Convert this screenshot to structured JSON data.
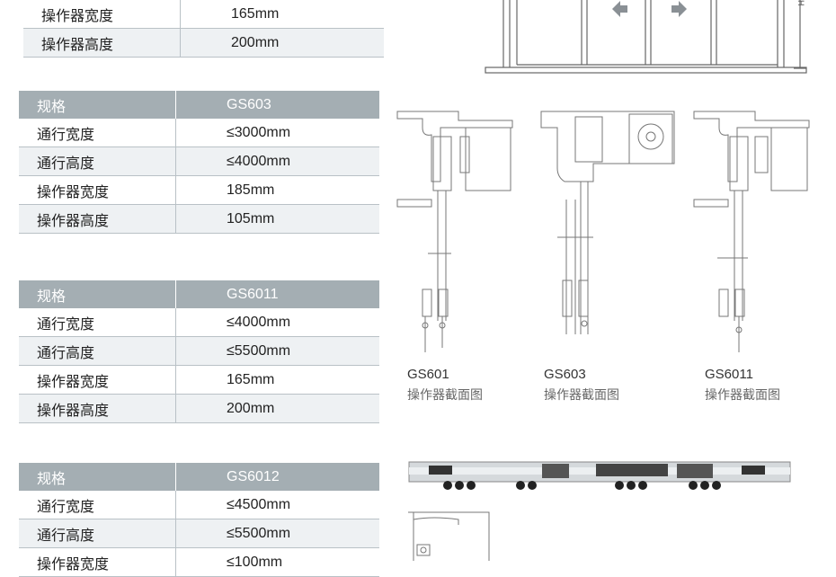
{
  "tables": [
    {
      "rows": [
        {
          "key": "操作器宽度",
          "value": "165mm"
        },
        {
          "key": "操作器高度",
          "value": "200mm"
        }
      ]
    },
    {
      "header": {
        "key": "规格",
        "value": "GS603"
      },
      "rows": [
        {
          "key": "通行宽度",
          "value": "≤3000mm"
        },
        {
          "key": "通行高度",
          "value": "≤4000mm"
        },
        {
          "key": "操作器宽度",
          "value": "185mm"
        },
        {
          "key": "操作器高度",
          "value": "105mm"
        }
      ]
    },
    {
      "header": {
        "key": "规格",
        "value": "GS6011"
      },
      "rows": [
        {
          "key": "通行宽度",
          "value": "≤4000mm"
        },
        {
          "key": "通行高度",
          "value": "≤5500mm"
        },
        {
          "key": "操作器宽度",
          "value": "165mm"
        },
        {
          "key": "操作器高度",
          "value": "200mm"
        }
      ]
    },
    {
      "header": {
        "key": "规格",
        "value": "GS6012"
      },
      "rows": [
        {
          "key": "通行宽度",
          "value": "≤4500mm"
        },
        {
          "key": "通行高度",
          "value": "≤5500mm"
        },
        {
          "key": "操作器宽度",
          "value": "≤100mm"
        }
      ]
    }
  ],
  "diagrams": [
    {
      "model": "GS601",
      "caption": "操作器截面图"
    },
    {
      "model": "GS603",
      "caption": "操作器截面图"
    },
    {
      "model": "GS6011",
      "caption": "操作器截面图"
    }
  ],
  "door_elevation": {
    "dimension_label": "H"
  },
  "colors": {
    "header_bg": "#a4aeb3",
    "alt_row_bg": "#eef1f3",
    "rule": "#b9c1c6",
    "drawing": "#666666"
  }
}
